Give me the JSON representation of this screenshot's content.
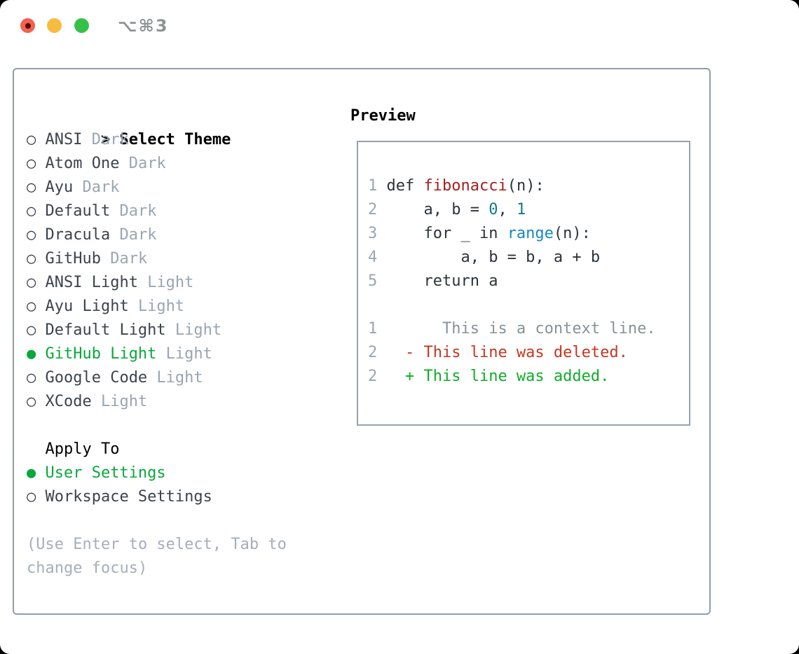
{
  "window": {
    "title": "⌥⌘3"
  },
  "colors": {
    "traffic_red": "#f3604f",
    "traffic_red_dot": "#530d06",
    "traffic_yellow": "#f6bb3f",
    "traffic_green": "#35c148",
    "green": "#0aa83c",
    "name": "#3d434b",
    "muted": "#9aa5b2",
    "hint": "#a6aebb",
    "code": "#2d333a",
    "function": "#a42020",
    "number": "#0d7d85",
    "builtin": "#1687c4",
    "context": "#8a9199",
    "deleted": "#c5371f",
    "added": "#0fae26"
  },
  "left": {
    "header": {
      "prefix": ">",
      "label": "Select Theme"
    },
    "radio_unselected": "○",
    "radio_selected": "●",
    "themes": [
      {
        "name": "ANSI",
        "variant": "Dark",
        "selected": false
      },
      {
        "name": "Atom One",
        "variant": "Dark",
        "selected": false
      },
      {
        "name": "Ayu",
        "variant": "Dark",
        "selected": false
      },
      {
        "name": "Default",
        "variant": "Dark",
        "selected": false
      },
      {
        "name": "Dracula",
        "variant": "Dark",
        "selected": false
      },
      {
        "name": "GitHub",
        "variant": "Dark",
        "selected": false
      },
      {
        "name": "ANSI Light",
        "variant": "Light",
        "selected": false
      },
      {
        "name": "Ayu Light",
        "variant": "Light",
        "selected": false
      },
      {
        "name": "Default Light",
        "variant": "Light",
        "selected": false
      },
      {
        "name": "GitHub Light",
        "variant": "Light",
        "selected": true
      },
      {
        "name": "Google Code",
        "variant": "Light",
        "selected": false
      },
      {
        "name": "XCode",
        "variant": "Light",
        "selected": false
      }
    ],
    "apply_header": "Apply To",
    "apply_options": [
      {
        "name": "User Settings",
        "selected": true
      },
      {
        "name": "Workspace Settings",
        "selected": false
      }
    ],
    "hint": "(Use Enter to select, Tab to change focus)"
  },
  "preview": {
    "label": "Preview",
    "lines": [
      {
        "segments": [
          {
            "text": "1 ",
            "cls": "num"
          },
          {
            "text": "def ",
            "cls": "code"
          },
          {
            "text": "fibonacci",
            "cls": "fn"
          },
          {
            "text": "(n):",
            "cls": "code"
          }
        ]
      },
      {
        "segments": [
          {
            "text": "2 ",
            "cls": "num"
          },
          {
            "text": "    a, b = ",
            "cls": "code"
          },
          {
            "text": "0",
            "cls": "numlit"
          },
          {
            "text": ", ",
            "cls": "code"
          },
          {
            "text": "1",
            "cls": "numlit"
          }
        ]
      },
      {
        "segments": [
          {
            "text": "3 ",
            "cls": "num"
          },
          {
            "text": "    for _ in ",
            "cls": "code"
          },
          {
            "text": "range",
            "cls": "builtin"
          },
          {
            "text": "(n):",
            "cls": "code"
          }
        ]
      },
      {
        "segments": [
          {
            "text": "4 ",
            "cls": "num"
          },
          {
            "text": "        a, b = b, a + b",
            "cls": "code"
          }
        ]
      },
      {
        "segments": [
          {
            "text": "5 ",
            "cls": "num"
          },
          {
            "text": "    return a",
            "cls": "code"
          }
        ]
      },
      {
        "segments": []
      },
      {
        "segments": [
          {
            "text": "1 ",
            "cls": "num"
          },
          {
            "text": "      This is a context line.",
            "cls": "ctx"
          }
        ]
      },
      {
        "segments": [
          {
            "text": "2 ",
            "cls": "num"
          },
          {
            "text": "  - This line was deleted.",
            "cls": "del"
          }
        ]
      },
      {
        "segments": [
          {
            "text": "2 ",
            "cls": "num"
          },
          {
            "text": "  + This line was added.",
            "cls": "add"
          }
        ]
      }
    ]
  }
}
